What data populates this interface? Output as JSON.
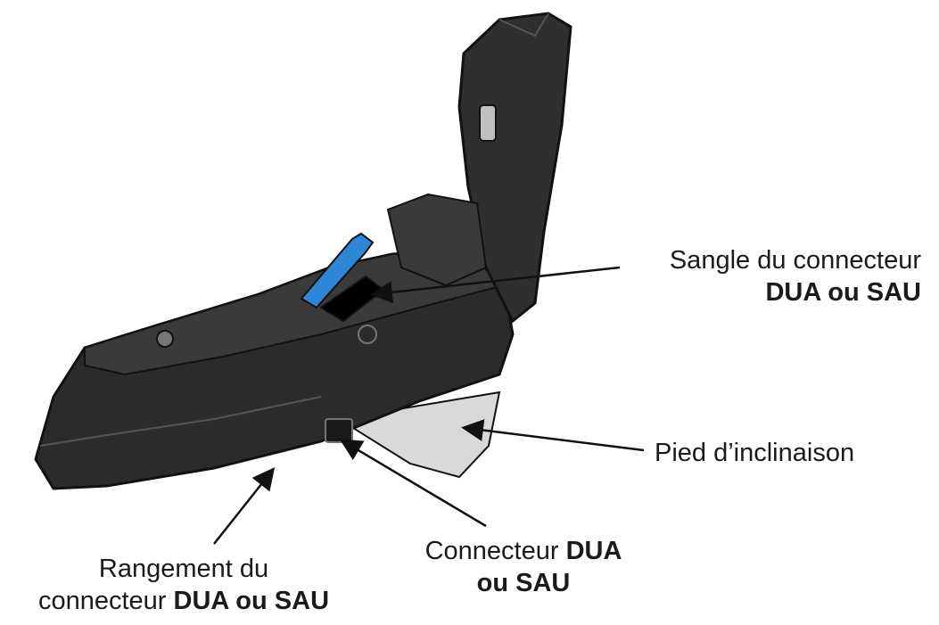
{
  "labels": {
    "strap": {
      "line1": "Sangle du connecteur",
      "line2_bold": "DUA ou SAU"
    },
    "recline_foot": {
      "text": "Pied d’inclinaison"
    },
    "connector": {
      "line1_regular": "Connecteur ",
      "line1_bold": "DUA",
      "line2_bold": "ou SAU"
    },
    "storage": {
      "line1": "Rangement du",
      "line2_regular": "connecteur ",
      "line2_bold": "DUA ou SAU"
    }
  },
  "colors": {
    "seat_body": "#2b2b2b",
    "seat_edge": "#111111",
    "highlight_strap": "#2e86d6",
    "recline_foot": "#d9d9d9",
    "text": "#1a1a1a"
  }
}
